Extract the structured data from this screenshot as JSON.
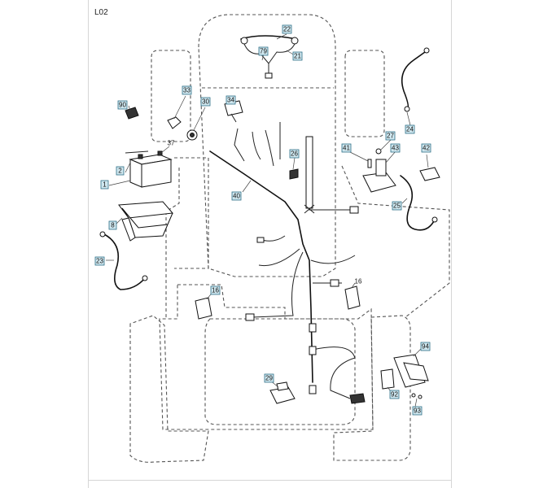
{
  "page": {
    "code": "L02"
  },
  "callouts": [
    {
      "id": "c22",
      "label": "22",
      "boxed": true
    },
    {
      "id": "c79",
      "label": "79",
      "boxed": true
    },
    {
      "id": "c21",
      "label": "21",
      "boxed": true
    },
    {
      "id": "c33",
      "label": "33",
      "boxed": true
    },
    {
      "id": "c90",
      "label": "90",
      "boxed": true
    },
    {
      "id": "c30",
      "label": "30",
      "boxed": true
    },
    {
      "id": "c34",
      "label": "34",
      "boxed": true
    },
    {
      "id": "c24",
      "label": "24",
      "boxed": true
    },
    {
      "id": "c37",
      "label": "37",
      "boxed": false
    },
    {
      "id": "c2",
      "label": "2",
      "boxed": true
    },
    {
      "id": "c1",
      "label": "1",
      "boxed": true
    },
    {
      "id": "c26",
      "label": "26",
      "boxed": true
    },
    {
      "id": "c41",
      "label": "41",
      "boxed": true
    },
    {
      "id": "c27",
      "label": "27",
      "boxed": true
    },
    {
      "id": "c43",
      "label": "43",
      "boxed": true
    },
    {
      "id": "c42",
      "label": "42",
      "boxed": true
    },
    {
      "id": "c40",
      "label": "40",
      "boxed": true
    },
    {
      "id": "c25",
      "label": "25",
      "boxed": true
    },
    {
      "id": "c8",
      "label": "8",
      "boxed": true
    },
    {
      "id": "c23",
      "label": "23",
      "boxed": true
    },
    {
      "id": "c16a",
      "label": "16",
      "boxed": true
    },
    {
      "id": "c16b",
      "label": "16",
      "boxed": false
    },
    {
      "id": "c94",
      "label": "94",
      "boxed": true
    },
    {
      "id": "c29",
      "label": "29",
      "boxed": true
    },
    {
      "id": "c92",
      "label": "92",
      "boxed": true
    },
    {
      "id": "c93",
      "label": "93",
      "boxed": true
    }
  ]
}
